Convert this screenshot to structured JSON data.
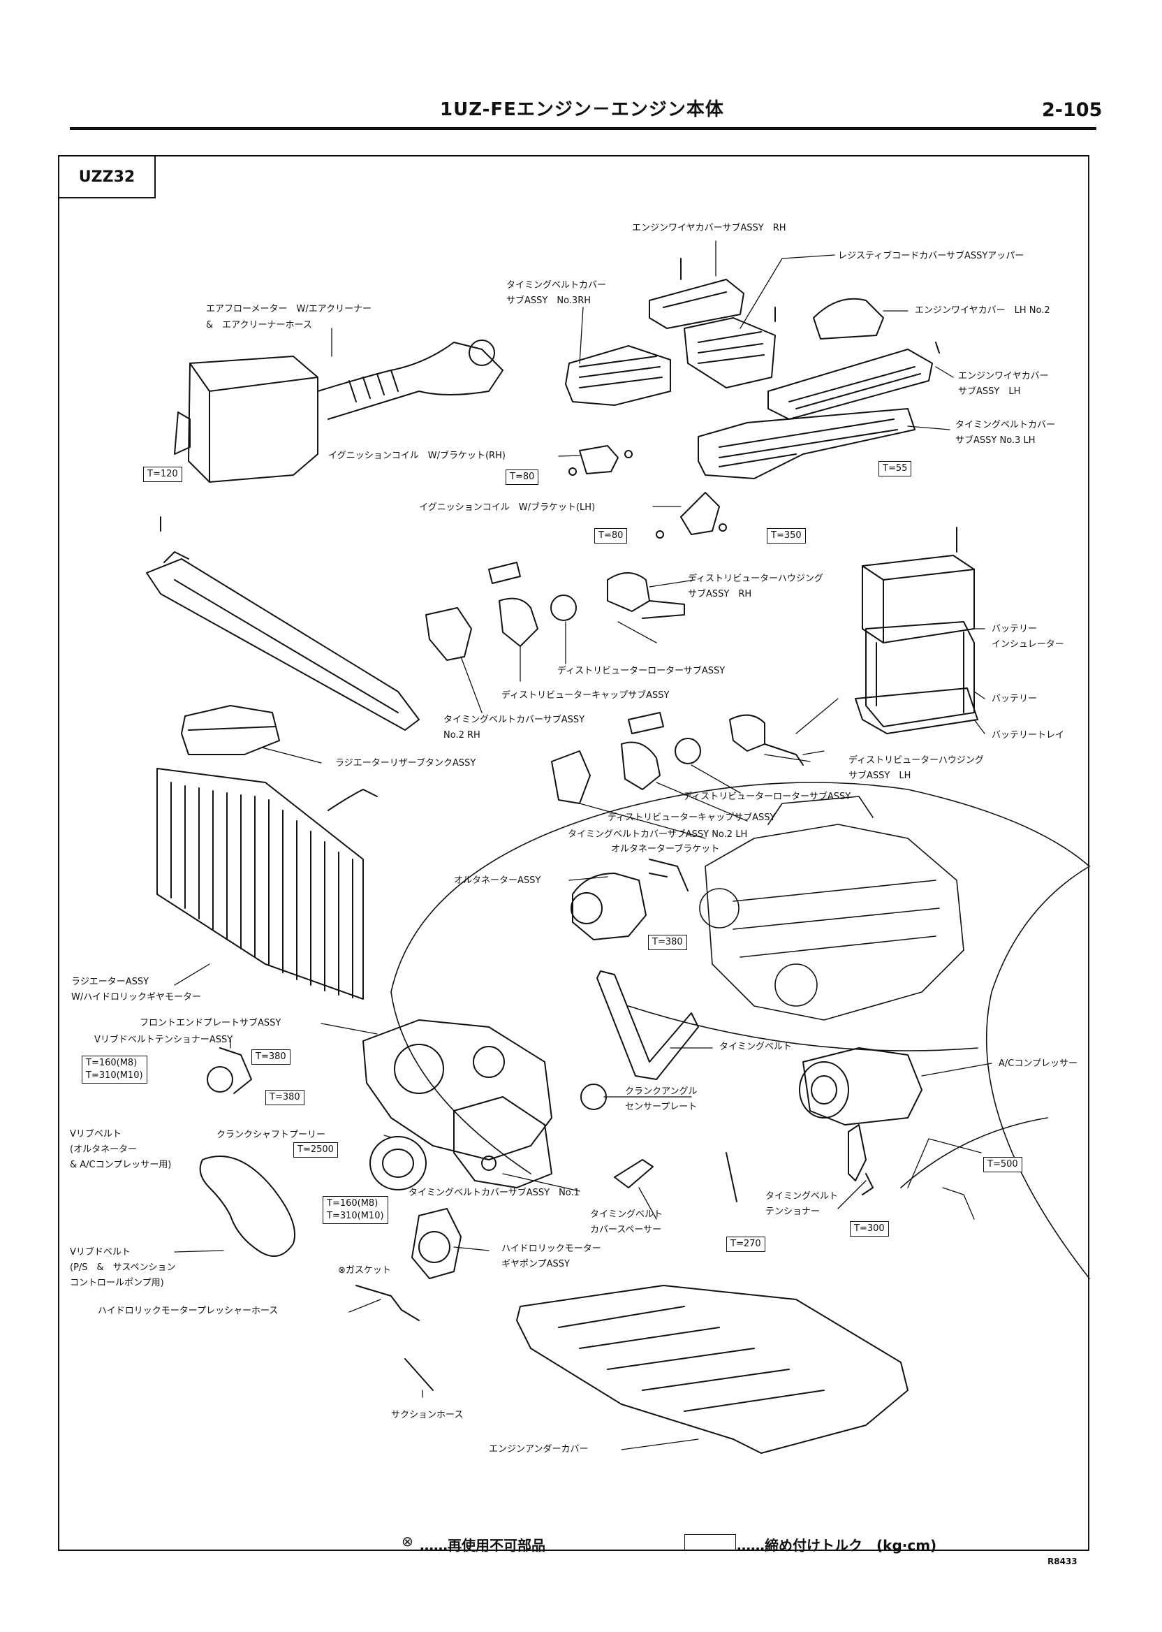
{
  "header": {
    "title": "1UZ-FEエンジン－エンジン本体",
    "page": "2-105"
  },
  "diagram_code": "UZZ32",
  "figure_code": "R8433",
  "labels": {
    "wire_cover_rh": "エンジンワイヤカバーサブASSY　RH",
    "resistive_cover": "レジスティブコードカバーサブASSYアッパー",
    "tb_cover_no3rh_1": "タイミングベルトカバー",
    "tb_cover_no3rh_2": "サブASSY　No.3RH",
    "airflow_1": "エアフローメーター　W/エアクリーナー",
    "airflow_2": "&　エアクリーナーホース",
    "wire_cover_lh_no2": "エンジンワイヤカバー　LH No.2",
    "wire_cover_lh_1": "エンジンワイヤカバー",
    "wire_cover_lh_2": "サブASSY　LH",
    "tb_cover_no3lh_1": "タイミングベルトカバー",
    "tb_cover_no3lh_2": "サブASSY No.3 LH",
    "ign_coil_rh": "イグニッションコイル　W/ブラケット(RH)",
    "ign_coil_lh": "イグニッションコイル　W/ブラケット(LH)",
    "dist_housing_rh_1": "ディストリビューターハウジング",
    "dist_housing_rh_2": "サブASSY　RH",
    "battery_insulator_1": "バッテリー",
    "battery_insulator_2": "インシュレーター",
    "dist_rotor_rh": "ディストリビューターローターサブASSY",
    "dist_cap_rh": "ディストリビューターキャップサブASSY",
    "battery": "バッテリー",
    "tb_cover_no2rh_1": "タイミングベルトカバーサブASSY",
    "tb_cover_no2rh_2": "No.2 RH",
    "battery_tray": "バッテリートレイ",
    "reservoir": "ラジエーターリザーブタンクASSY",
    "dist_housing_lh_1": "ディストリビューターハウジング",
    "dist_housing_lh_2": "サブASSY　LH",
    "dist_rotor_lh": "ディストリビューターローターサブASSY",
    "dist_cap_lh": "ディストリビューターキャップサブASSY",
    "tb_cover_no2lh": "タイミングベルトカバーサブASSY No.2 LH",
    "alt_bracket": "オルタネーターブラケット",
    "alternator": "オルタネーターASSY",
    "radiator_1": "ラジエーターASSY",
    "radiator_2": "W/ハイドロリックギヤモーター",
    "front_end_plate": "フロントエンドプレートサブASSY",
    "timing_belt": "タイミングベルト",
    "vrib_tensioner": "VリブドベルトテンショナーASSY",
    "ac_compressor": "A/Cコンプレッサー",
    "crank_plate_1": "クランクアングル",
    "crank_plate_2": "センサープレート",
    "vrib_belt1_1": "Vリブベルト",
    "vrib_belt1_2": "(オルタネーター",
    "vrib_belt1_3": "& A/Cコンプレッサー用)",
    "crank_pulley": "クランクシャフトプーリー",
    "tb_cover_no1": "タイミングベルトカバーサブASSY　No.1",
    "tb_tensioner_1": "タイミングベルト",
    "tb_tensioner_2": "テンショナー",
    "tb_spacer_1": "タイミングベルト",
    "tb_spacer_2": "カバースペーサー",
    "hyd_pump_1": "ハイドロリックモーター",
    "hyd_pump_2": "ギヤポンプASSY",
    "vrib_belt2_1": "Vリブドベルト",
    "vrib_belt2_2": "(P/S　&　サスペンション",
    "vrib_belt2_3": "コントロールポンプ用)",
    "gasket": "ガスケット",
    "pressure_hose": "ハイドロリックモータープレッシャーホース",
    "suction_hose": "サクションホース",
    "under_cover": "エンジンアンダーカバー"
  },
  "torques": {
    "t120": "T=120",
    "t80a": "T=80",
    "t55": "T=55",
    "t80b": "T=80",
    "t350": "T=350",
    "t380_alt": "T=380",
    "t380_a": "T=380",
    "t380_b": "T=380",
    "t160_310_1": "T=160(M8)",
    "t160_310_2": "T=310(M10)",
    "t2500": "T=2500",
    "t160b_1": "T=160(M8)",
    "t160b_2": "T=310(M10)",
    "t500": "T=500",
    "t300": "T=300",
    "t270": "T=270"
  },
  "legend": {
    "symbol": "⊗",
    "non_reusable": "……再使用不可部品",
    "torque": "……締め付けトルク　(kg·cm)"
  }
}
